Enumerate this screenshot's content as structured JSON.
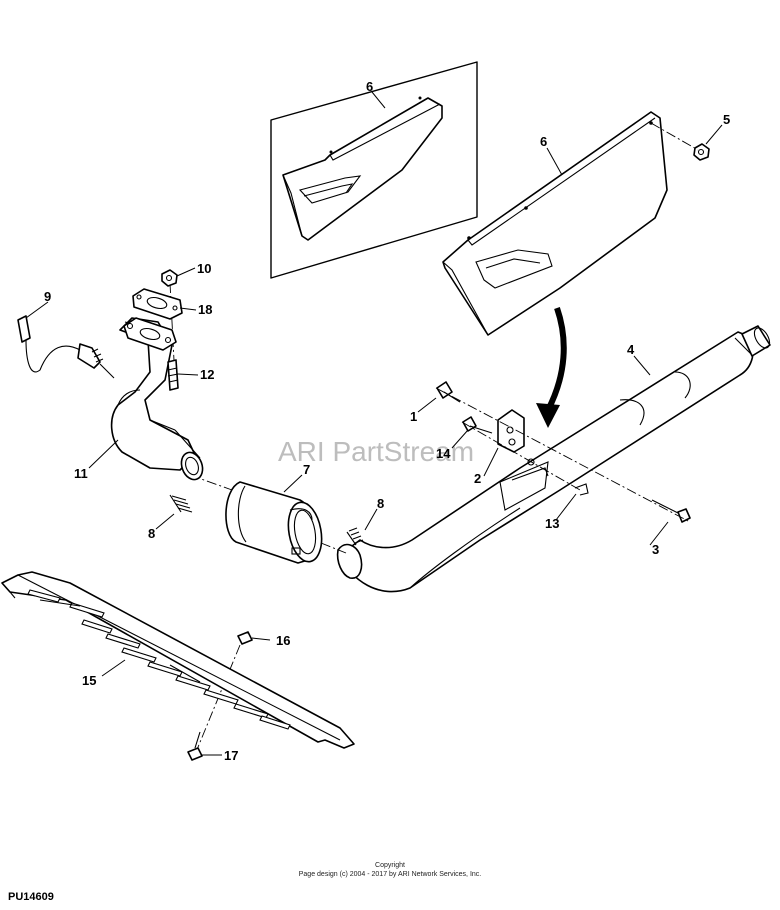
{
  "diagram_code": "PU14609",
  "watermark": "ARI PartStream",
  "copyright": {
    "line1": "Copyright",
    "line2": "Page design (c) 2004 - 2017 by ARI Network Services, Inc."
  },
  "callouts": [
    {
      "id": "c1",
      "label": "1"
    },
    {
      "id": "c2",
      "label": "2"
    },
    {
      "id": "c3",
      "label": "3"
    },
    {
      "id": "c4",
      "label": "4"
    },
    {
      "id": "c5",
      "label": "5"
    },
    {
      "id": "c6a",
      "label": "6"
    },
    {
      "id": "c6b",
      "label": "6"
    },
    {
      "id": "c7",
      "label": "7"
    },
    {
      "id": "c8a",
      "label": "8"
    },
    {
      "id": "c8b",
      "label": "8"
    },
    {
      "id": "c9",
      "label": "9"
    },
    {
      "id": "c10",
      "label": "10"
    },
    {
      "id": "c11",
      "label": "11"
    },
    {
      "id": "c12",
      "label": "12"
    },
    {
      "id": "c13",
      "label": "13"
    },
    {
      "id": "c14",
      "label": "14"
    },
    {
      "id": "c15",
      "label": "15"
    },
    {
      "id": "c16",
      "label": "16"
    },
    {
      "id": "c17",
      "label": "17"
    },
    {
      "id": "c18",
      "label": "18"
    }
  ]
}
